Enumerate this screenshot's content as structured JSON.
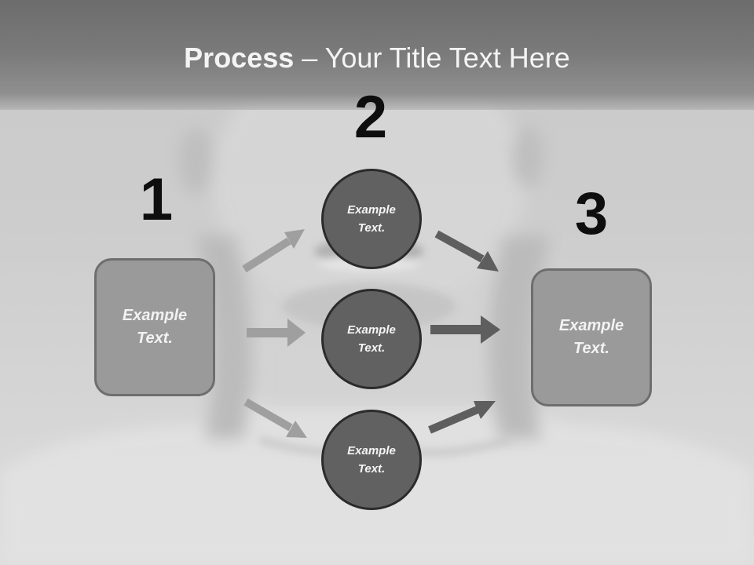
{
  "title": {
    "bold": "Process",
    "rest": " – Your Title Text Here"
  },
  "stages": [
    {
      "number": "1"
    },
    {
      "number": "2"
    },
    {
      "number": "3"
    }
  ],
  "left_box": {
    "text": "Example Text."
  },
  "circles": [
    {
      "text": "Example Text."
    },
    {
      "text": "Example Text."
    },
    {
      "text": "Example Text."
    }
  ],
  "right_box": {
    "text": "Example Text."
  },
  "colors": {
    "title_bar": "#707070",
    "box_fill": "#9a9a9a",
    "circle_fill": "#616161",
    "arrow_light": "#9f9f9f",
    "arrow_dark": "#5e5e5e"
  }
}
